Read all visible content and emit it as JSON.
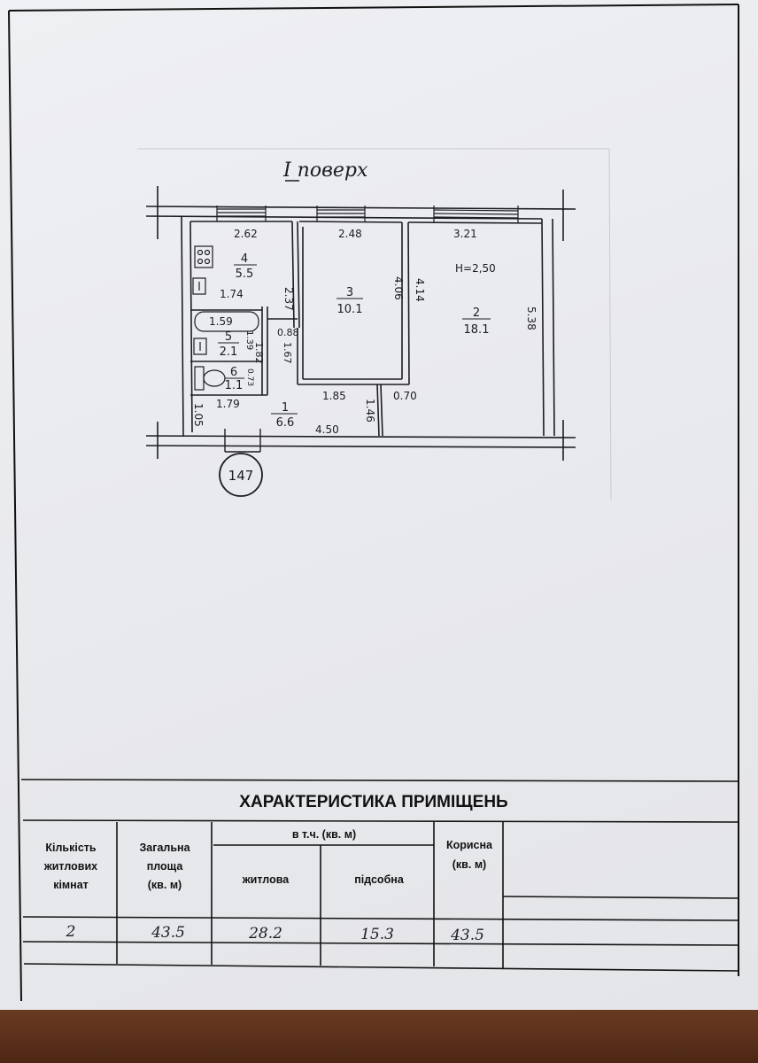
{
  "floor_title": "I поверх",
  "rooms": [
    {
      "number": "1",
      "area": "6.6"
    },
    {
      "number": "2",
      "area": "18.1"
    },
    {
      "number": "3",
      "area": "10.1"
    },
    {
      "number": "4",
      "area": "5.5"
    },
    {
      "number": "5",
      "area": "2.1"
    },
    {
      "number": "6",
      "area": "1.1"
    }
  ],
  "dimensions": [
    "2.62",
    "2.48",
    "3.21",
    "H=2,50",
    "2.37",
    "1.74",
    "4.06",
    "4.14",
    "5.38",
    "1.59",
    "0.88",
    "1.39",
    "1.82",
    "1.67",
    "0.73",
    "1.85",
    "0.70",
    "1.79",
    "1.05",
    "1.46",
    "4.50"
  ],
  "building_number": "147",
  "characteristics": {
    "title": "ХАРАКТЕРИСТИКА ПРИМІЩЕНЬ",
    "headers": {
      "rooms_count_1": "Кількість",
      "rooms_count_2": "житлових",
      "rooms_count_3": "кімнат",
      "total_area_1": "Загальна",
      "total_area_2": "площа",
      "total_area_3": "(кв. м)",
      "incl": "в т.ч. (кв. м)",
      "living": "житлова",
      "auxiliary": "підсобна",
      "useful_1": "Корисна",
      "useful_2": "(кв. м)"
    },
    "values": {
      "rooms_count": "2",
      "total_area": "43.5",
      "living": "28.2",
      "auxiliary": "15.3",
      "useful": "43.5"
    }
  }
}
